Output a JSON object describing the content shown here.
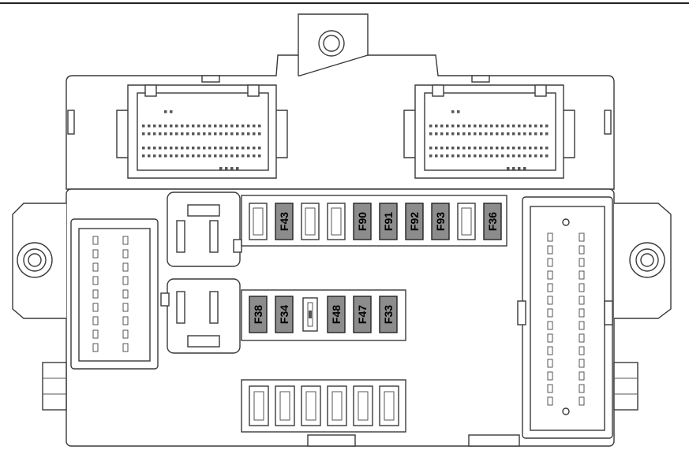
{
  "colors": {
    "line": "#3a3a3a",
    "fuse_fill": "#8c8c8c",
    "empty_slot": "#ffffff",
    "background": "#ffffff"
  },
  "fuse_box": {
    "top_row": [
      {
        "label": "",
        "occupied": false
      },
      {
        "label": "F43",
        "occupied": true
      },
      {
        "label": "",
        "occupied": false
      },
      {
        "label": "",
        "occupied": false
      },
      {
        "label": "F90",
        "occupied": true
      },
      {
        "label": "F91",
        "occupied": true
      },
      {
        "label": "F92",
        "occupied": true
      },
      {
        "label": "F93",
        "occupied": true
      },
      {
        "label": "",
        "occupied": false
      },
      {
        "label": "F36",
        "occupied": true
      }
    ],
    "middle_row": [
      {
        "label": "F38",
        "occupied": true
      },
      {
        "label": "F34",
        "occupied": true
      },
      {
        "label": "",
        "occupied": false,
        "small": true
      },
      {
        "label": "F48",
        "occupied": true
      },
      {
        "label": "F47",
        "occupied": true
      },
      {
        "label": "F33",
        "occupied": true
      }
    ],
    "bottom_row_empty_slots": 6
  }
}
